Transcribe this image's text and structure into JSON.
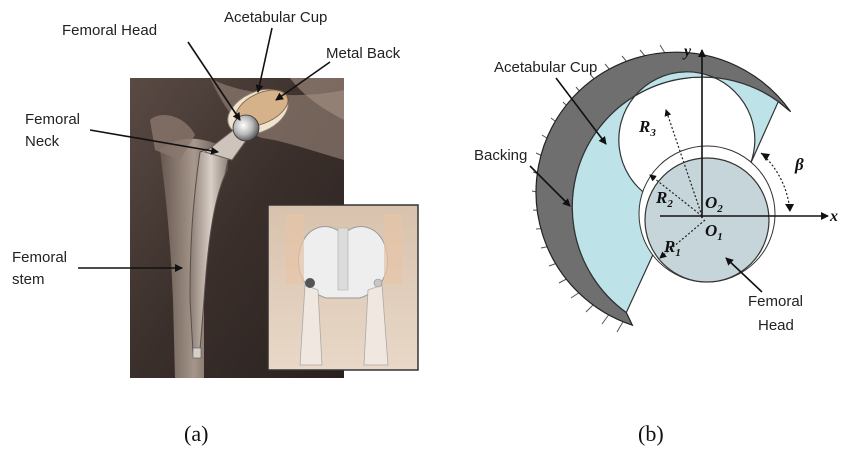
{
  "panel_a": {
    "caption": "(a)",
    "labels": {
      "femoral_head": "Femoral Head",
      "acetabular_cup": "Acetabular Cup",
      "metal_back": "Metal Back",
      "femoral_neck_1": "Femoral",
      "femoral_neck_2": "Neck",
      "femoral_stem_1": "Femoral",
      "femoral_stem_2": "stem"
    }
  },
  "panel_b": {
    "caption": "(b)",
    "labels": {
      "acetabular_cup": "Acetabular Cup",
      "backing": "Backing",
      "femoral_head_1": "Femoral",
      "femoral_head_2": "Head",
      "axis_x": "x",
      "axis_y": "y",
      "r1": "R",
      "r1_sub": "1",
      "r2": "R",
      "r2_sub": "2",
      "r3": "R",
      "r3_sub": "3",
      "o1": "O",
      "o1_sub": "1",
      "o2": "O",
      "o2_sub": "2",
      "beta": "β"
    },
    "colors": {
      "cup_fill": "#bde3e9",
      "backing_fill": "#6f6f6f",
      "head_fill": "#c6d5d9"
    }
  }
}
